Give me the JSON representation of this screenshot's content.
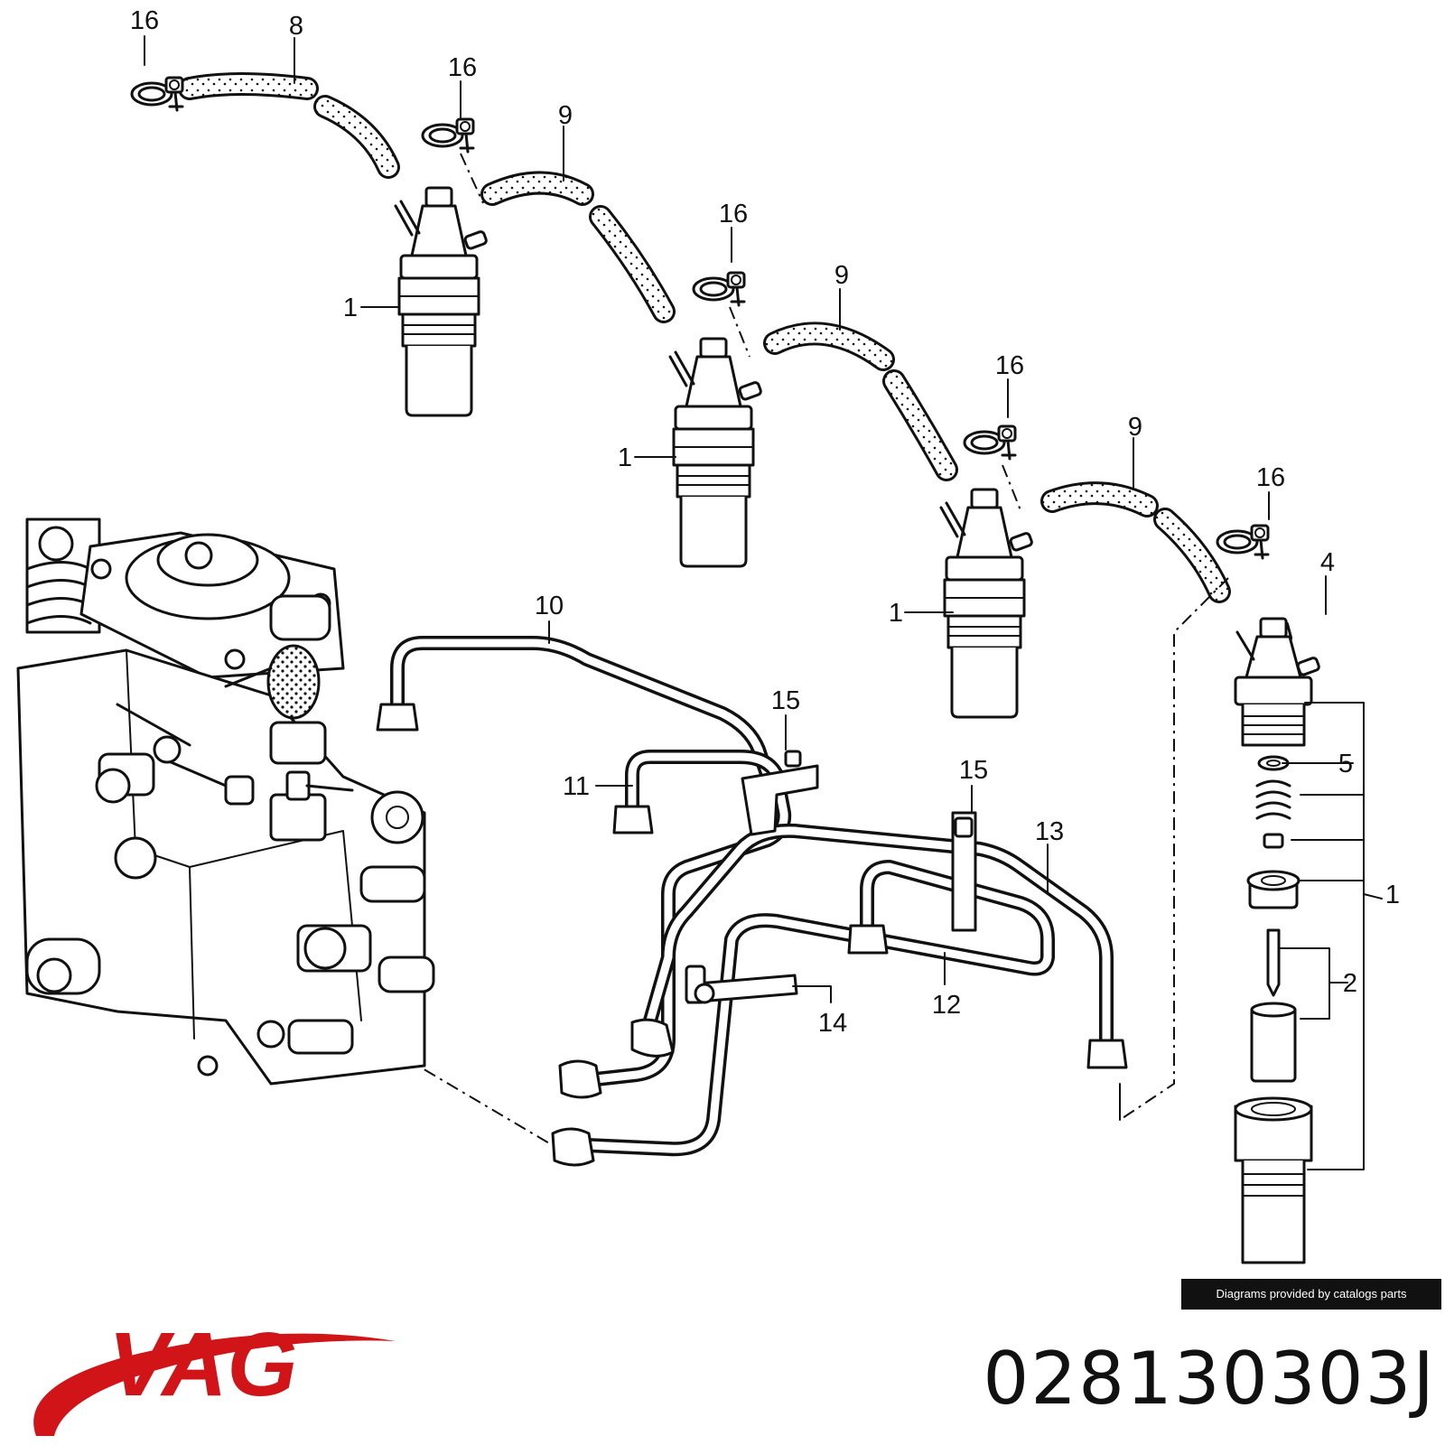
{
  "diagram": {
    "callouts": [
      {
        "id": "c-16-a",
        "text": "16"
      },
      {
        "id": "c-8",
        "text": "8"
      },
      {
        "id": "c-16-b",
        "text": "16"
      },
      {
        "id": "c-9-a",
        "text": "9"
      },
      {
        "id": "c-1-a",
        "text": "1"
      },
      {
        "id": "c-16-c",
        "text": "16"
      },
      {
        "id": "c-9-b",
        "text": "9"
      },
      {
        "id": "c-1-b",
        "text": "1"
      },
      {
        "id": "c-16-d",
        "text": "16"
      },
      {
        "id": "c-9-c",
        "text": "9"
      },
      {
        "id": "c-16-e",
        "text": "16"
      },
      {
        "id": "c-1-c",
        "text": "1"
      },
      {
        "id": "c-4",
        "text": "4"
      },
      {
        "id": "c-10",
        "text": "10"
      },
      {
        "id": "c-5",
        "text": "5"
      },
      {
        "id": "c-15-a",
        "text": "15"
      },
      {
        "id": "c-11",
        "text": "11"
      },
      {
        "id": "c-15-b",
        "text": "15"
      },
      {
        "id": "c-13",
        "text": "13"
      },
      {
        "id": "c-1-d",
        "text": "1"
      },
      {
        "id": "c-2",
        "text": "2"
      },
      {
        "id": "c-14",
        "text": "14"
      },
      {
        "id": "c-12",
        "text": "12"
      }
    ]
  },
  "credit": "Diagrams provided by catalogs parts",
  "brand": {
    "name": "VAG",
    "color": "#d01418"
  },
  "part_number": "028130303J"
}
